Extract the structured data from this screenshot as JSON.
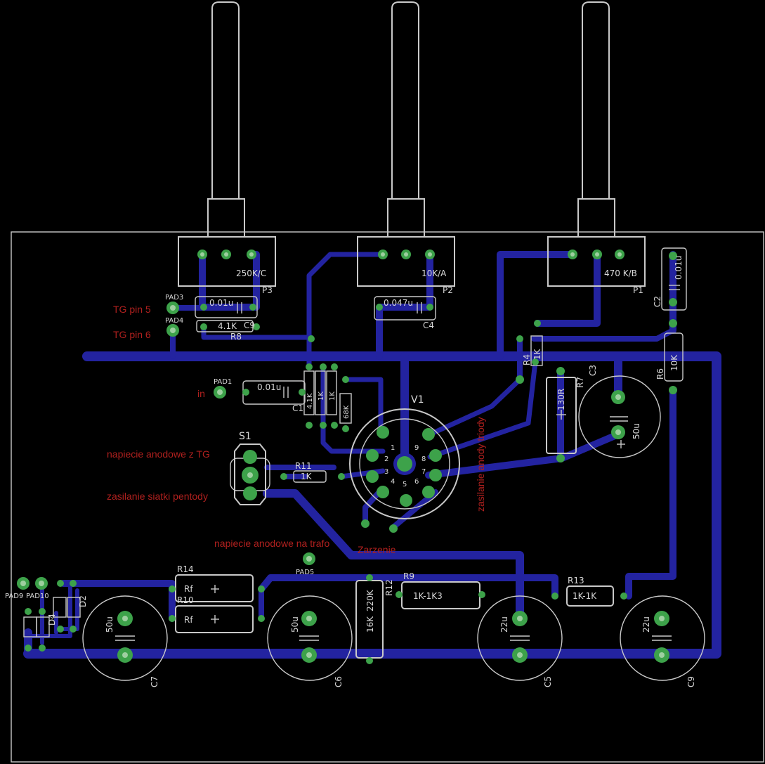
{
  "colors": {
    "background": "#000000",
    "trace": "#2323a0",
    "pad": "#3da24a",
    "silkscreen": "#c9c9c9",
    "note": "#b0201e"
  },
  "components": {
    "P3": {
      "name": "P3",
      "value": "250K/C"
    },
    "P2": {
      "name": "P2",
      "value": "10K/A"
    },
    "P1": {
      "name": "P1",
      "value": "470 K/B"
    },
    "C2": {
      "name": "C2",
      "value": "0.01u"
    },
    "C9_top": {
      "name": "C9",
      "value": "0.01u"
    },
    "C4": {
      "name": "C4",
      "value": "0.047u"
    },
    "C1": {
      "name": "C1",
      "value": "0.01u"
    },
    "R8": {
      "name": "R8",
      "value": "4.1K"
    },
    "R4": {
      "name": "R4",
      "value": "1K"
    },
    "R6": {
      "name": "R6",
      "value": "10K"
    },
    "R7": {
      "name": "R7",
      "value": "130R"
    },
    "C3": {
      "name": "C3",
      "value": "50u"
    },
    "R11": {
      "name": "R11",
      "value": "1K"
    },
    "V1": {
      "name": "V1"
    },
    "S1": {
      "name": "S1"
    },
    "R14": {
      "name": "R14",
      "value": "Rf"
    },
    "R10": {
      "name": "R10",
      "value": "Rf"
    },
    "R12": {
      "name": "R12",
      "value": "220K"
    },
    "R12b": {
      "value": "16K"
    },
    "R9": {
      "name": "R9",
      "value": "1K-1K3"
    },
    "R13": {
      "name": "R13",
      "value": "1K-1K"
    },
    "C7": {
      "name": "C7",
      "value": "50u"
    },
    "C6": {
      "name": "C6",
      "value": "50u"
    },
    "C5": {
      "name": "C5",
      "value": "22u"
    },
    "C9": {
      "name": "C9",
      "value": "22u"
    },
    "D2": {
      "name": "D2"
    },
    "D4": {
      "name": "D4"
    },
    "PAD1": {
      "name": "PAD1"
    },
    "PAD3": {
      "name": "PAD3"
    },
    "PAD4": {
      "name": "PAD4"
    },
    "PAD5": {
      "name": "PAD5"
    },
    "PAD9": {
      "name": "PAD9"
    },
    "PAD10": {
      "name": "PAD10"
    }
  },
  "small_values": {
    "c1a": "4.1K",
    "c1b": "1K",
    "c1c": "1K",
    "c1d": "68K"
  },
  "tube_pins": [
    "1",
    "2",
    "3",
    "4",
    "5",
    "6",
    "7",
    "8",
    "9"
  ],
  "notes": {
    "tg_pin5": "TG pin 5",
    "tg_pin6": "TG pin 6",
    "in": "in",
    "anode_from_tg": "napiecie anodowe z TG",
    "pentode_grid": "zasilanie siatki pentody",
    "anode_to_trafo": "napiecie anodowe na trafo",
    "heater": "Zarzenie",
    "triode_anode": "zasilanie anody triody"
  }
}
